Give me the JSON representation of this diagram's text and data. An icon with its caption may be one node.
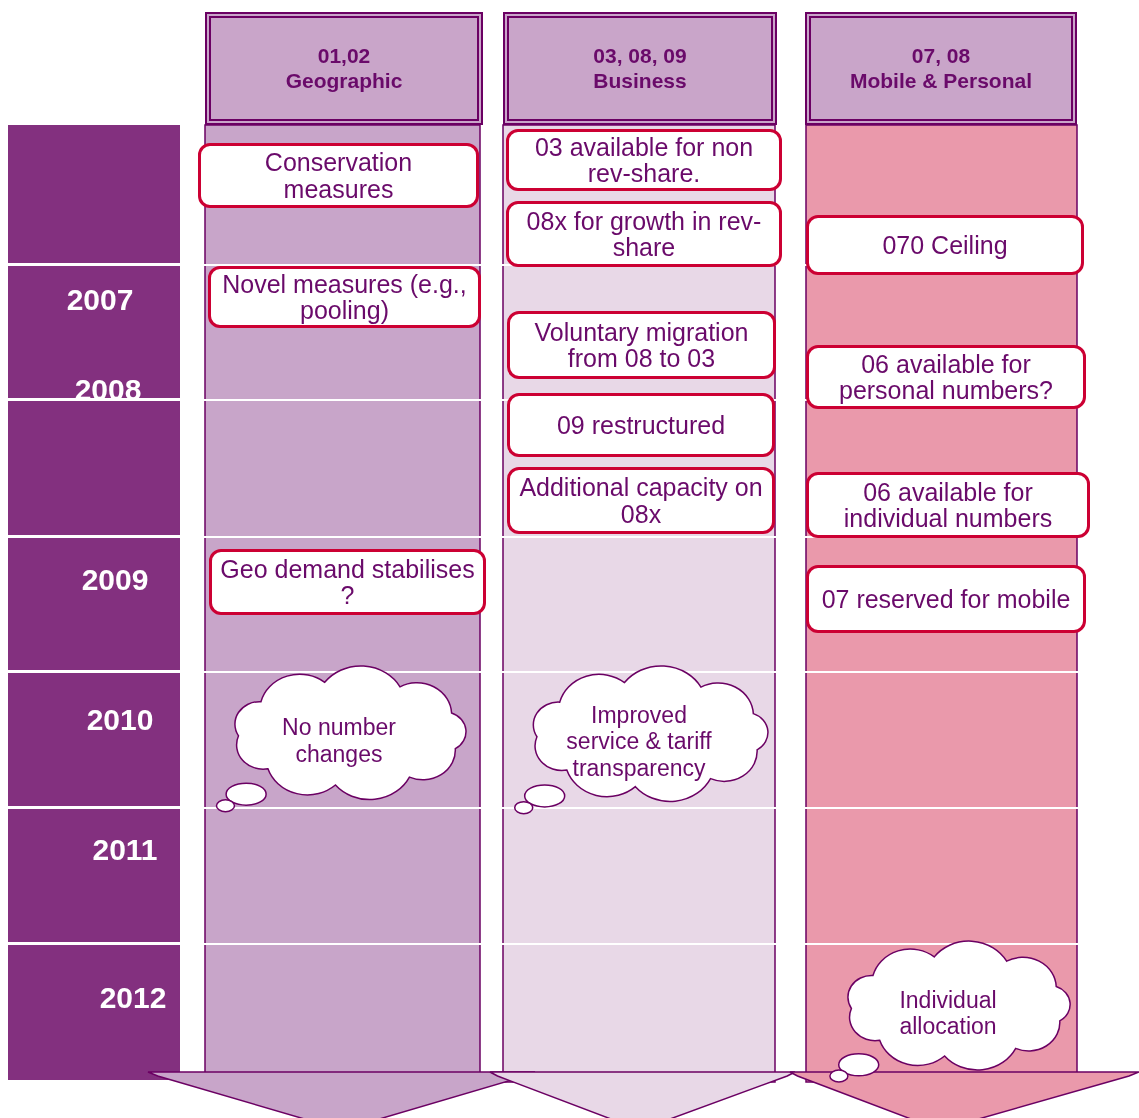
{
  "diagram": {
    "nodes": [
      {
        "text": [
          "01,02",
          "Geographic"
        ]
      },
      {
        "text": [
          "03, 08, 09",
          "Business"
        ]
      },
      {
        "text": [
          "07, 08",
          "Mobile & Personal"
        ]
      },
      {
        "text": [
          "Conservation measures"
        ]
      },
      {
        "text": [
          "Novel measures (e.g., pooling)"
        ]
      },
      {
        "text": [
          "Geo demand stabilises ?"
        ]
      },
      {
        "text": [
          "No number changes"
        ]
      },
      {
        "text": [
          "03 available for non rev-share."
        ]
      },
      {
        "text": [
          "08x for growth in rev-share"
        ]
      },
      {
        "text": [
          "Voluntary migration from 08 to 03"
        ]
      },
      {
        "text": [
          "09 restructured"
        ]
      },
      {
        "text": [
          "Additional capacity on 08x"
        ]
      },
      {
        "text": [
          "Improved service & tariff transparency"
        ]
      },
      {
        "text": [
          "070 Ceiling"
        ]
      },
      {
        "text": [
          "06 available for personal numbers?"
        ]
      },
      {
        "text": [
          "06 available for individual numbers"
        ]
      },
      {
        "text": [
          "07 reserved for mobile"
        ]
      },
      {
        "text": [
          "Individual allocation"
        ]
      }
    ],
    "labels": [
      "2007",
      "2008",
      "2009",
      "2010",
      "2011",
      "2012"
    ]
  }
}
